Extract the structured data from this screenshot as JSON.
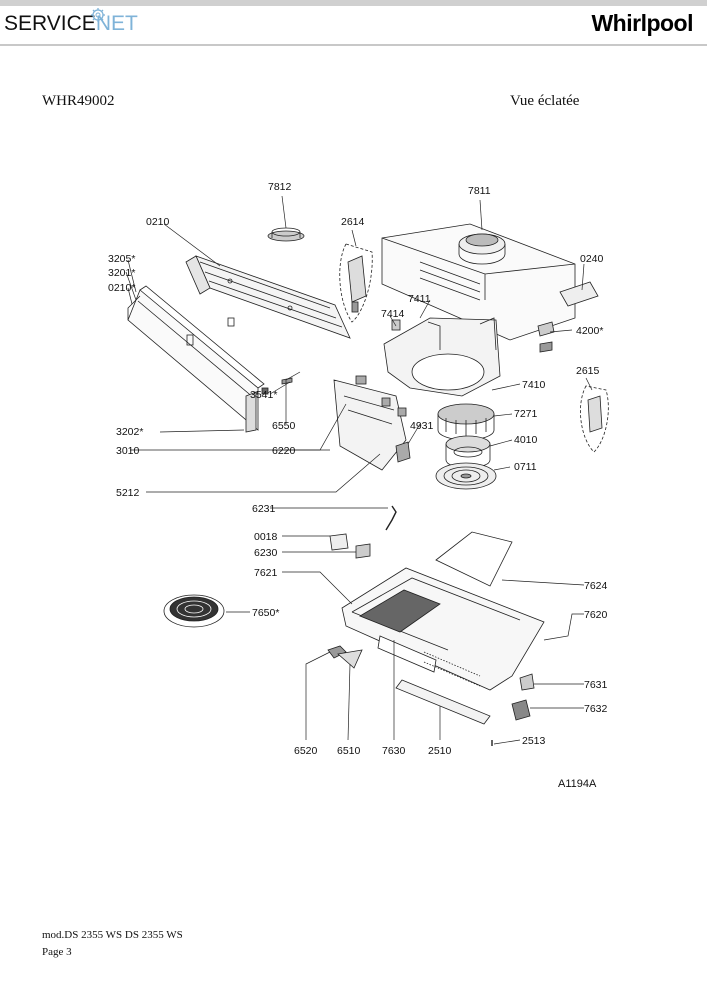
{
  "header": {
    "brand_left_a": "SERVICE",
    "brand_left_b": "NET",
    "brand_right": "Whirlpool"
  },
  "document": {
    "model": "WHR49002",
    "view_title": "Vue éclatée"
  },
  "diagram": {
    "labels": {
      "p7812": "7812",
      "p7811": "7811",
      "p0210": "0210",
      "p2614": "2614",
      "p3205": "3205*",
      "p3201": "3201*",
      "p0210s": "0210*",
      "p0240": "0240",
      "p7411": "7411",
      "p7414": "7414",
      "p4200": "4200*",
      "p2615": "2615",
      "p7410": "7410",
      "p3541": "3541*",
      "p7271": "7271",
      "p6550": "6550",
      "p3202": "3202*",
      "p4931": "4931",
      "p4010": "4010",
      "p3010": "3010",
      "p6220": "6220",
      "p0711": "0711",
      "p5212": "5212",
      "p6231": "6231",
      "p0018": "0018",
      "p6230": "6230",
      "p7621": "7621",
      "p7624": "7624",
      "p7650": "7650*",
      "p7620": "7620",
      "p7631": "7631",
      "p7632": "7632",
      "p2513": "2513",
      "p6520": "6520",
      "p6510": "6510",
      "p7630": "7630",
      "p2510": "2510"
    },
    "reference": "A1194A"
  },
  "footer": {
    "model_line": "mod.DS 2355 WS DS 2355 WS",
    "page": "Page 3"
  }
}
